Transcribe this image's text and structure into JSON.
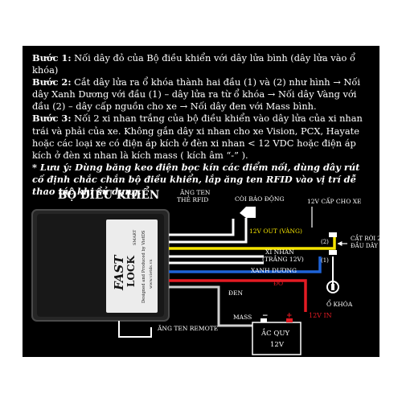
{
  "instructions": {
    "step1_label": "Bước 1:",
    "step1_text": " Nối dây đỏ của Bộ điều khiển với dây lửa bình (dây lửa vào ổ khóa)",
    "step2_label": "Bước 2:",
    "step2_text": " Cắt dây lửa ra ổ khóa thành hai đầu (1) và (2) như hình → Nối dây Xanh Dương với đầu (1) – dây lửa ra từ ổ khóa → Nối dây Vàng với đầu (2) – dây cấp nguồn cho xe → Nối dây đen với Mass bình.",
    "step3_label": "Bước 3:",
    "step3_text": " Nối 2 xi nhan trắng của bộ điều khiển vào dây lửa của xi nhan trái và phải của xe. Không gắn dây xi nhan cho xe Vision, PCX, Hayate hoặc các loại xe có điện áp kích ở đèn xi nhan < 12 VDC hoặc điện áp kích ở đèn xi nhan là kích mass ( kích âm “-” ).",
    "note": "* Lưu ý: Dùng băng keo điện bọc kín các điểm nối, dùng dây rút cố định chắc chắn bộ điều khiển, lắp ăng ten RFID vào vị trí dễ thao tác khi sử dụng."
  },
  "diagram": {
    "controller_title": "BỘ ĐIỀU KHIỂN",
    "brand_line1": "FAST",
    "brand_line2": "LOCK",
    "brand_tag": "SMART",
    "device_text_1": "Designed and Produced by VietDS",
    "device_text_2": "www.vietds.vn",
    "labels": {
      "antenna_rfid_1": "ĂNG TEN",
      "antenna_rfid_2": "THẺ RFID",
      "alarm": "CÒI BÁO ĐỘNG",
      "power_to_bike": "12V CẤP CHO XE",
      "yellow_wire": "12V OUT (VÀNG)",
      "cut_2_ends_1": "CẮT RỜI 2",
      "cut_2_ends_2": "ĐẦU DÂY",
      "end_2": "(2)",
      "end_1": "(1)",
      "turn_signal_1": "XI NHAN",
      "turn_signal_2": "(TRẮNG 12V)",
      "blue_wire": "XANH DƯƠNG",
      "ignition": "Ổ KHÓA",
      "black_wire": "ĐEN",
      "red_wire": "ĐỎ",
      "mass": "MASS",
      "v12_in": "12V IN",
      "battery_1": "ẮC QUY",
      "battery_2": "12V",
      "antenna_remote": "ĂNG TEN REMOTE",
      "minus": "−",
      "plus": "+"
    },
    "colors": {
      "red": "#e31b23",
      "yellow": "#f5e400",
      "blue": "#1e62d6",
      "white": "#ffffff",
      "black": "#000000",
      "gray": "#cfcfcf"
    },
    "icons": [
      "alarm-horn-icon",
      "ignition-key-icon",
      "battery-icon"
    ]
  }
}
